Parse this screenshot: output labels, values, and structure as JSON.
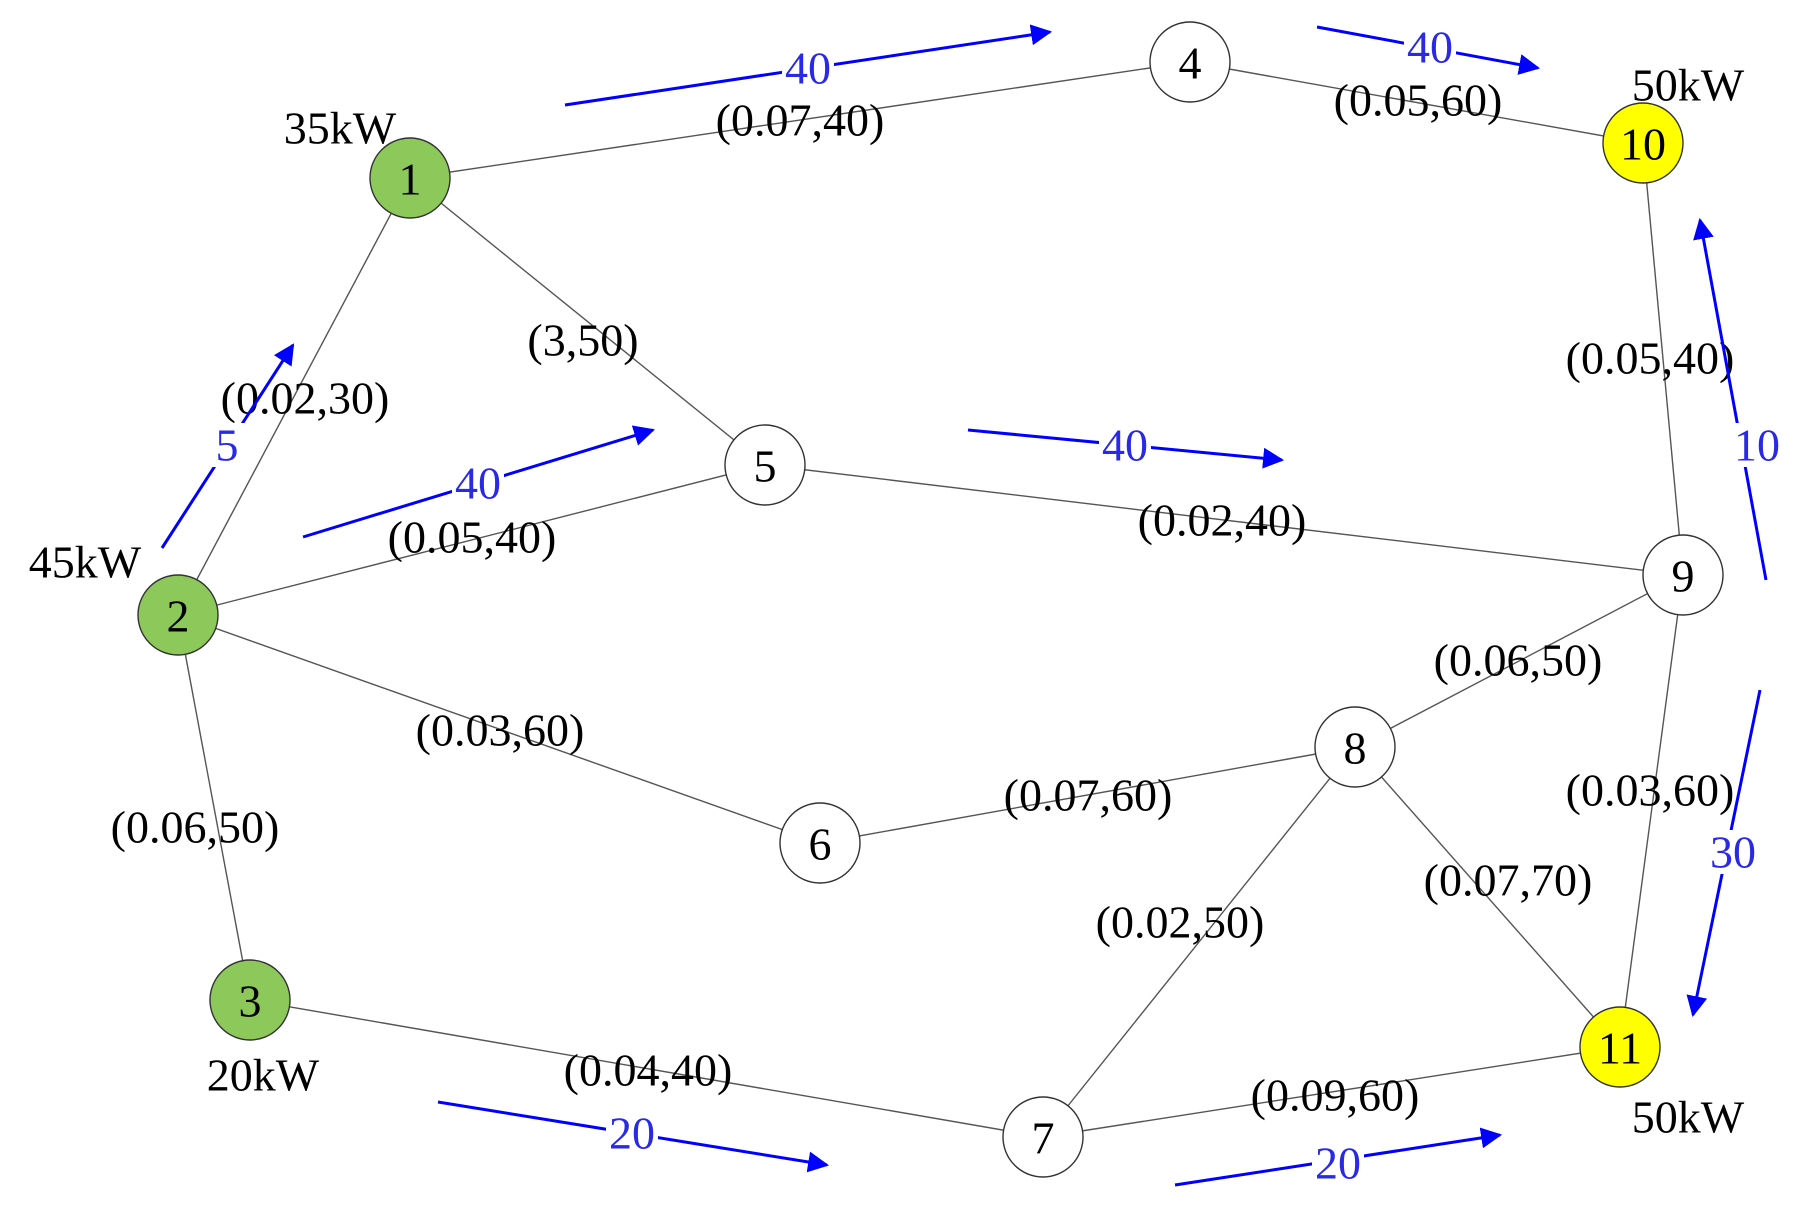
{
  "colors": {
    "source": "#8cc85a",
    "sink": "#ffff00",
    "plain": "#ffffff",
    "flow": "#0000ff"
  },
  "nodes": [
    {
      "id": "1",
      "kind": "source"
    },
    {
      "id": "2",
      "kind": "source"
    },
    {
      "id": "3",
      "kind": "source"
    },
    {
      "id": "4",
      "kind": "plain"
    },
    {
      "id": "5",
      "kind": "plain"
    },
    {
      "id": "6",
      "kind": "plain"
    },
    {
      "id": "7",
      "kind": "plain"
    },
    {
      "id": "8",
      "kind": "plain"
    },
    {
      "id": "9",
      "kind": "plain"
    },
    {
      "id": "10",
      "kind": "sink"
    },
    {
      "id": "11",
      "kind": "sink"
    }
  ],
  "power_labels": {
    "n1": "35kW",
    "n2": "45kW",
    "n3": "20kW",
    "n10": "50kW",
    "n11": "50kW"
  },
  "edges": [
    {
      "from": "1",
      "to": "4",
      "label": "(0.07,40)"
    },
    {
      "from": "4",
      "to": "10",
      "label": "(0.05,60)"
    },
    {
      "from": "1",
      "to": "2",
      "label": "(0.02,30)"
    },
    {
      "from": "1",
      "to": "5",
      "label": "(3,50)"
    },
    {
      "from": "2",
      "to": "5",
      "label": "(0.05,40)"
    },
    {
      "from": "5",
      "to": "9",
      "label": "(0.02,40)"
    },
    {
      "from": "2",
      "to": "6",
      "label": "(0.03,60)"
    },
    {
      "from": "2",
      "to": "3",
      "label": "(0.06,50)"
    },
    {
      "from": "6",
      "to": "8",
      "label": "(0.07,60)"
    },
    {
      "from": "8",
      "to": "9",
      "label": "(0.06,50)"
    },
    {
      "from": "9",
      "to": "10",
      "label": "(0.05,40)"
    },
    {
      "from": "9",
      "to": "11",
      "label": "(0.03,60)"
    },
    {
      "from": "8",
      "to": "11",
      "label": "(0.07,70)"
    },
    {
      "from": "7",
      "to": "8",
      "label": "(0.02,50)"
    },
    {
      "from": "3",
      "to": "7",
      "label": "(0.04,40)"
    },
    {
      "from": "7",
      "to": "11",
      "label": "(0.09,60)"
    }
  ],
  "flows": [
    {
      "edge": "1-4",
      "value": "40"
    },
    {
      "edge": "4-10",
      "value": "40"
    },
    {
      "edge": "2-1",
      "value": "5"
    },
    {
      "edge": "2-5",
      "value": "40"
    },
    {
      "edge": "5-9",
      "value": "40"
    },
    {
      "edge": "9-10",
      "value": "10"
    },
    {
      "edge": "9-11",
      "value": "30"
    },
    {
      "edge": "3-7",
      "value": "20"
    },
    {
      "edge": "7-11",
      "value": "20"
    }
  ]
}
